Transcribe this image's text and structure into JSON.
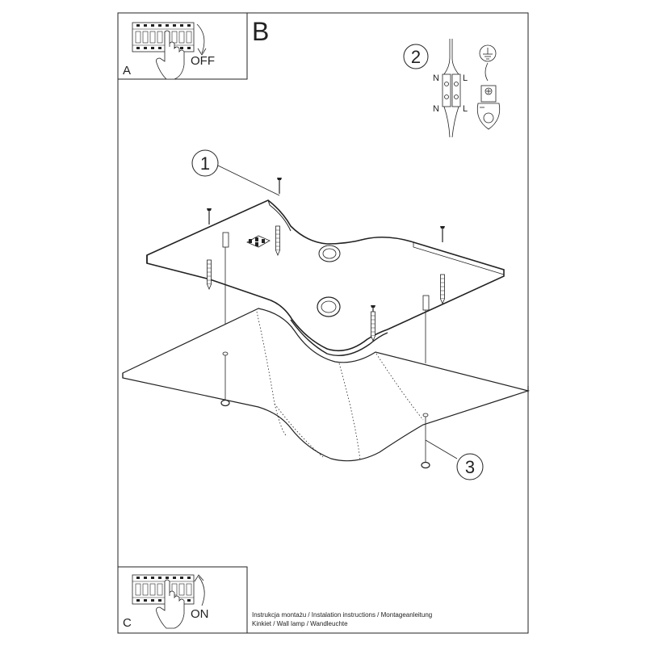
{
  "panel_a": {
    "letter": "A",
    "word": "OFF"
  },
  "panel_b": {
    "letter": "B"
  },
  "panel_c": {
    "letter": "C",
    "word": "ON"
  },
  "callouts": [
    "1",
    "2",
    "3"
  ],
  "wiring": {
    "left_top": "N",
    "right_top": "L",
    "left_bottom": "N",
    "right_bottom": "L"
  },
  "footer": {
    "line1": "Instrukcja montażu / Instalation instructions / Montageanleitung",
    "line2": "Kinkiet  / Wall lamp / Wandleuchte"
  }
}
